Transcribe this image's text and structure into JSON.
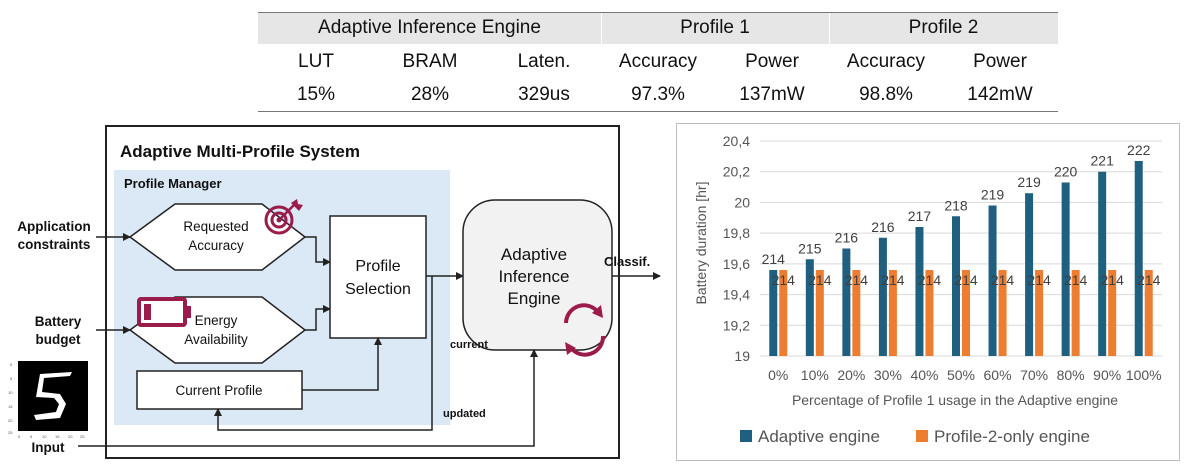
{
  "table": {
    "groups": [
      "Adaptive Inference Engine",
      "Profile 1",
      "Profile 2"
    ],
    "columns": [
      "LUT",
      "BRAM",
      "Laten.",
      "Accuracy",
      "Power",
      "Accuracy",
      "Power"
    ],
    "values": [
      "15%",
      "28%",
      "329us",
      "97.3%",
      "137mW",
      "98.8%",
      "142mW"
    ]
  },
  "diagram": {
    "system_title": "Adaptive Multi-Profile System",
    "profile_manager": "Profile Manager",
    "app_constraints_line1": "Application",
    "app_constraints_line2": "constraints",
    "battery_line1": "Battery",
    "battery_line2": "budget",
    "input": "Input",
    "requested_line1": "Requested",
    "requested_line2": "Accuracy",
    "energy_line1": "Energy",
    "energy_line2": "Availability",
    "selection_line1": "Profile",
    "selection_line2": "Selection",
    "current_profile": "Current Profile",
    "engine_line1": "Adaptive",
    "engine_line2": "Inference",
    "engine_line3": "Engine",
    "classif": "Classif.",
    "current": "current",
    "updated": "updated",
    "icons": [
      "target-icon",
      "low-battery-icon",
      "cycle-arrows-icon",
      "mnist-digit-image"
    ],
    "accent_color": "#9b1b4a",
    "pm_bg_color": "#dbe8f5"
  },
  "chart_data": {
    "type": "bar",
    "categories": [
      "0%",
      "10%",
      "20%",
      "30%",
      "40%",
      "50%",
      "60%",
      "70%",
      "80%",
      "90%",
      "100%"
    ],
    "series": [
      {
        "name": "Adaptive engine",
        "color": "#1f5f7f",
        "values": [
          19.56,
          19.63,
          19.7,
          19.77,
          19.84,
          19.91,
          19.98,
          20.06,
          20.13,
          20.2,
          20.27
        ],
        "labels": [
          "214",
          "215",
          "216",
          "216",
          "217",
          "218",
          "219",
          "219",
          "220",
          "221",
          "222"
        ]
      },
      {
        "name": "Profile-2-only engine",
        "color": "#ed7d31",
        "values": [
          19.56,
          19.56,
          19.56,
          19.56,
          19.56,
          19.56,
          19.56,
          19.56,
          19.56,
          19.56,
          19.56
        ],
        "labels": [
          "214",
          "214",
          "214",
          "214",
          "214",
          "214",
          "214",
          "214",
          "214",
          "214",
          "214"
        ]
      }
    ],
    "ylabel": "Battery duration [hr]",
    "xlabel": "Percentage of Profile 1 usage in the Adaptive engine",
    "ylim": [
      19,
      20.4
    ],
    "yticks": [
      "19",
      "19,2",
      "19,4",
      "19,6",
      "19,8",
      "20",
      "20,2",
      "20,4"
    ],
    "grid": true,
    "legend": "bottom"
  }
}
